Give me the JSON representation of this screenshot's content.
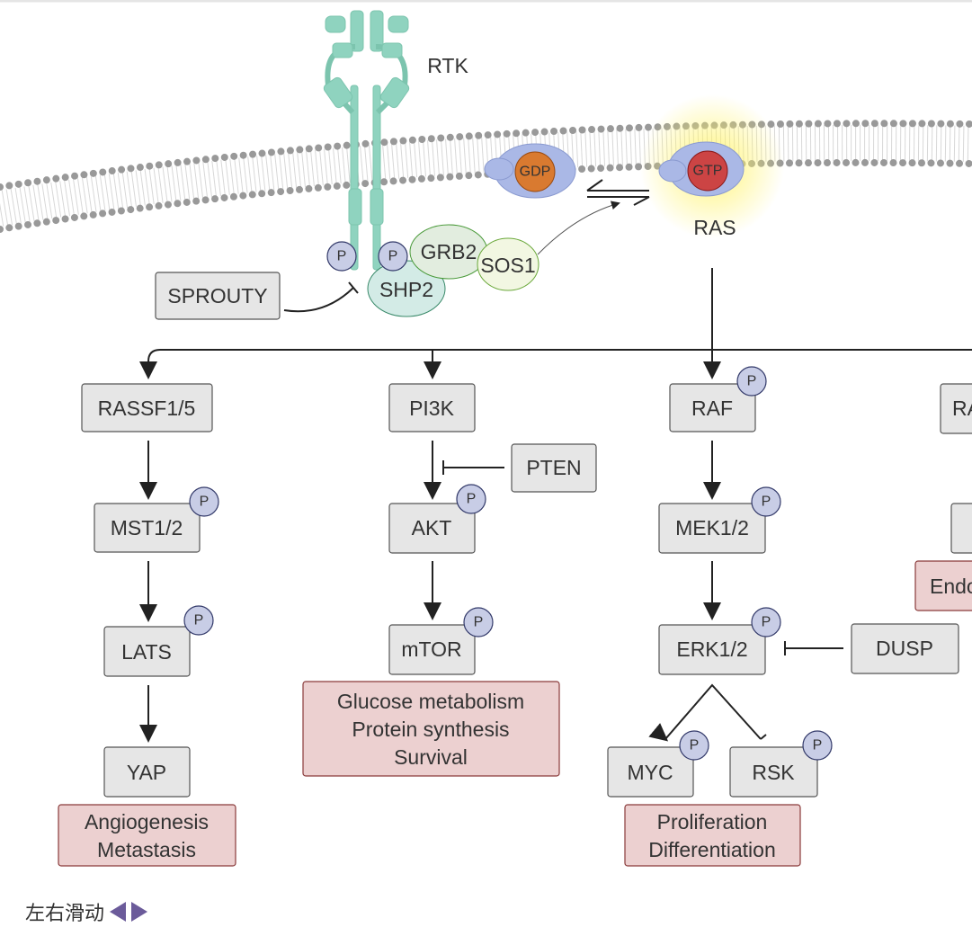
{
  "labels": {
    "rtk": "RTK",
    "ras": "RAS",
    "gdp": "GDP",
    "gtp": "GTP",
    "grb2": "GRB2",
    "sos1": "SOS1",
    "shp2": "SHP2",
    "sprouty": "SPROUTY",
    "p": "P",
    "rassf": "RASSF1/5",
    "mst": "MST1/2",
    "lats": "LATS",
    "yap": "YAP",
    "angio1": "Angiogenesis",
    "angio2": "Metastasis",
    "pi3k": "PI3K",
    "pten": "PTEN",
    "akt": "AKT",
    "mtor": "mTOR",
    "glu1": "Glucose metabolism",
    "glu2": "Protein synthesis",
    "glu3": "Survival",
    "raf": "RAF",
    "mek": "MEK1/2",
    "erk": "ERK1/2",
    "dusp": "DUSP",
    "myc": "MYC",
    "rsk": "RSK",
    "prolif1": "Proliferation",
    "prolif2": "Differentiation",
    "ral": "RA",
    "endo": "Endo"
  },
  "hint": {
    "text": "左右滑动",
    "left_icon": "triangle-left-icon",
    "right_icon": "triangle-right-icon"
  },
  "colors": {
    "receptor": "#8fd3bf",
    "gdp": "#d97a30",
    "gtp": "#cc4444",
    "ras_protein": "#aab8e6",
    "glow": "#fff36a",
    "box": "#e6e6e6",
    "outcome": "#ecd0d0",
    "phospho": "#c8cde6",
    "hint_arrow": "#6b5b9a"
  }
}
